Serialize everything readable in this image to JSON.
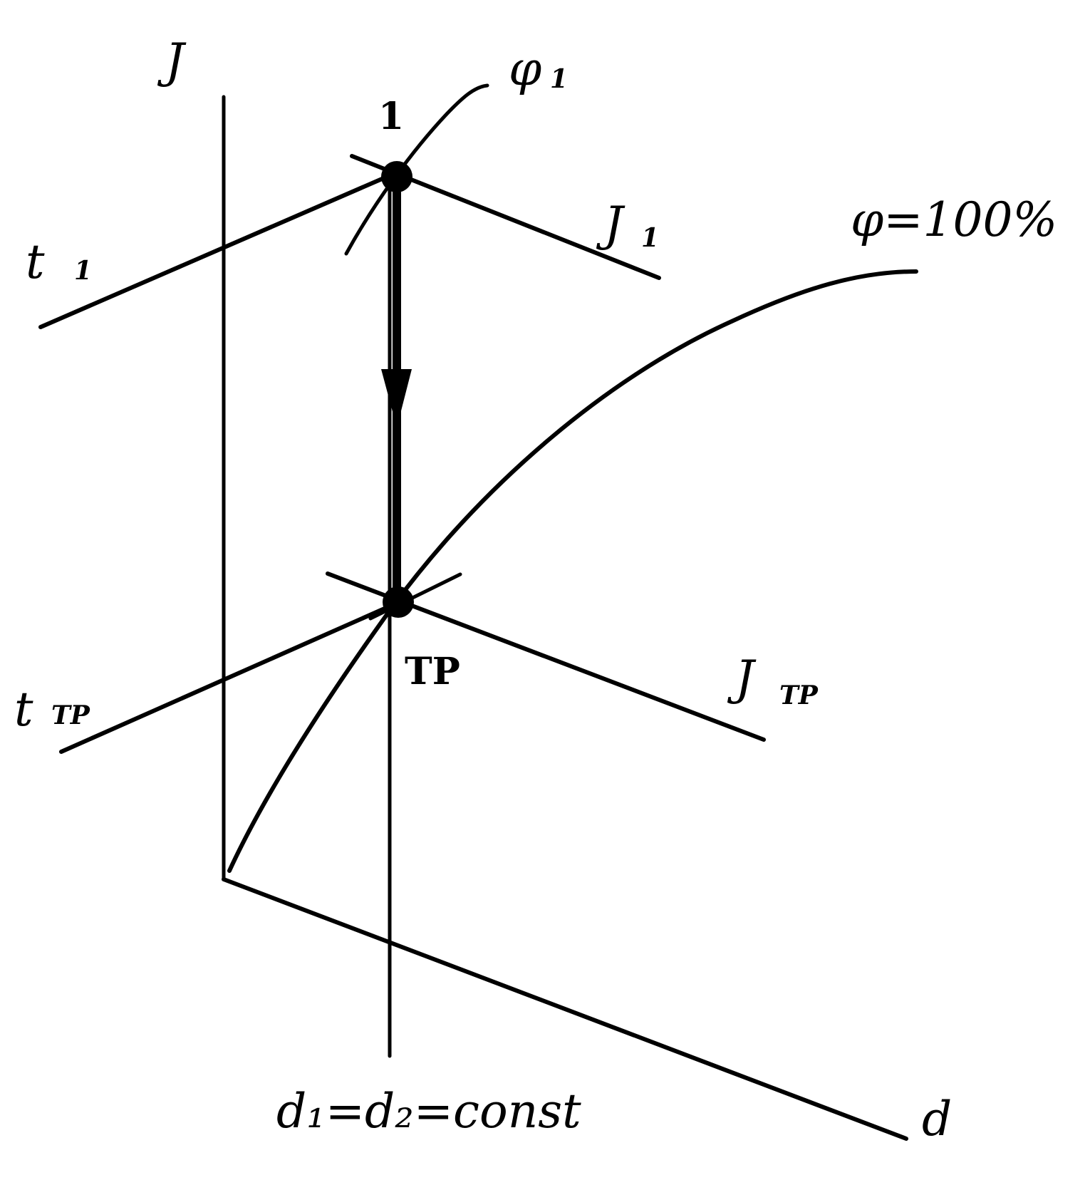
{
  "labels": {
    "axis_j": "J",
    "axis_d": "d",
    "point_1": "1",
    "point_tp": "TP",
    "phi_1": "φ",
    "phi_1_sub": "1",
    "t_1": "t",
    "t_1_sub": "1",
    "j_1": "J",
    "j_1_sub": "1",
    "phi_100": "φ=100%",
    "t_tp": "t",
    "t_tp_sub": "TP",
    "j_tp": "J",
    "j_tp_sub": "TP",
    "bottom_formula": "d₁=d₂=const"
  },
  "colors": {
    "ink": "#000000",
    "paper": "#ffffff"
  }
}
